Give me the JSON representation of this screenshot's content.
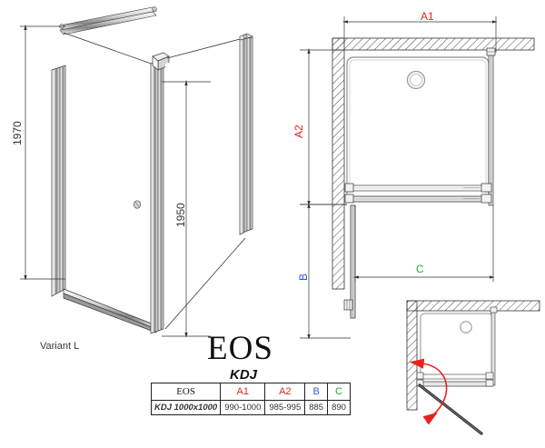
{
  "drawing": {
    "product_brand": "EOS",
    "product_model": "KDJ",
    "variant_label": "Variant L"
  },
  "iso_view": {
    "height_overall": "1970",
    "height_door": "1950"
  },
  "plan_view": {
    "dim_a1": "A1",
    "dim_a2": "A2",
    "dim_b": "B",
    "dim_c": "C"
  },
  "colors": {
    "red": "#e8211c",
    "blue": "#2a5fd6",
    "green": "#1faa3c",
    "line": "#3a3a3a",
    "hatch": "#4a4a4a"
  },
  "spec_table": {
    "headers": [
      "EOS",
      "A1",
      "A2",
      "B",
      "C"
    ],
    "rows": [
      [
        "KDJ 1000x1000",
        "990-1000",
        "985-995",
        "885",
        "890"
      ]
    ]
  }
}
